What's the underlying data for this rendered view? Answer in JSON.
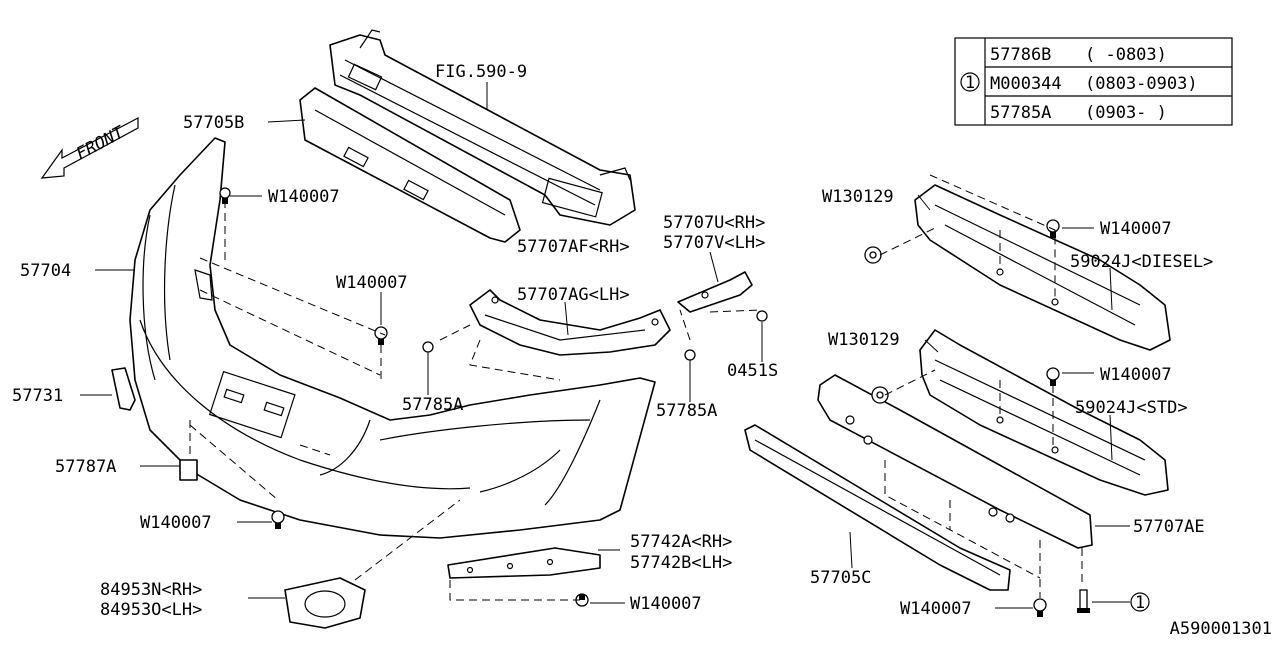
{
  "front_label": "FRONT",
  "drawing_code": "A590001301",
  "table": {
    "key": "1",
    "rows": [
      {
        "part": "57786B",
        "range": "(     -0803)"
      },
      {
        "part": "M000344",
        "range": "(0803-0903)"
      },
      {
        "part": "57785A",
        "range": "(0903-     )"
      }
    ]
  },
  "callouts": {
    "fig_ref": "FIG.590-9",
    "p57705B": "57705B",
    "w140007_top": "W140007",
    "p57704": "57704",
    "w140007_mid": "W140007",
    "p57707AF": "57707AF<RH>",
    "p57707AG": "57707AG<LH>",
    "p57707U": "57707U<RH>",
    "p57707V": "57707V<LH>",
    "p57731": "57731",
    "p57785A_left": "57785A",
    "p57785A_right": "57785A",
    "p0451S": "0451S",
    "p57787A": "57787A",
    "w140007_lower": "W140007",
    "p57742A": "57742A<RH>",
    "p57742B": "57742B<LH>",
    "p84953N": "84953N<RH>",
    "p84953O": "84953O<LH>",
    "w140007_bottom": "W140007",
    "w130129_top": "W130129",
    "w140007_right_top": "W140007",
    "p59024J_diesel": "59024J<DIESEL>",
    "w130129_mid": "W130129",
    "w140007_right_mid": "W140007",
    "p59024J_std": "59024J<STD>",
    "p57707AE": "57707AE",
    "p57705C": "57705C",
    "w140007_right_bottom": "W140007",
    "key_bottom": "1"
  }
}
